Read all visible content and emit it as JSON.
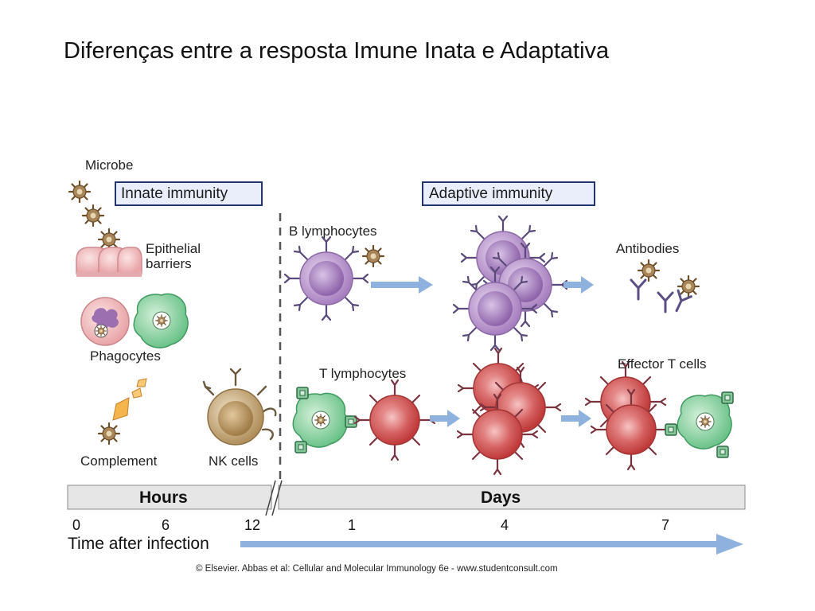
{
  "title": "Diferenças entre a resposta Imune Inata e Adaptativa",
  "innate": {
    "heading": "Innate immunity",
    "labels": {
      "microbe": "Microbe",
      "epithelial": [
        "Epithelial",
        "barriers"
      ],
      "phagocytes": "Phagocytes",
      "complement": "Complement",
      "nk_cells": "NK cells"
    }
  },
  "adaptive": {
    "heading": "Adaptive immunity",
    "labels": {
      "b_lymphocytes": "B lymphocytes",
      "antibodies": "Antibodies",
      "t_lymphocytes": "T lymphocytes",
      "effector_t": "Effector T cells"
    }
  },
  "timeline": {
    "hours_label": "Hours",
    "days_label": "Days",
    "ticks": [
      "0",
      "6",
      "12",
      "1",
      "4",
      "7"
    ],
    "axis_label": "Time after infection"
  },
  "colors": {
    "header_border": "#23346e",
    "header_fill": "#e9eefa",
    "arrow": "#8fb1de",
    "b_cell": "#b596c8",
    "t_cell": "#cf4a4a",
    "phagocyte_green": "#7fcf97",
    "nk_cell": "#c7a77a",
    "microbe": "#8a6a3e"
  },
  "copyright": "© Elsevier. Abbas et al: Cellular and Molecular Immunology 6e - www.studentconsult.com"
}
